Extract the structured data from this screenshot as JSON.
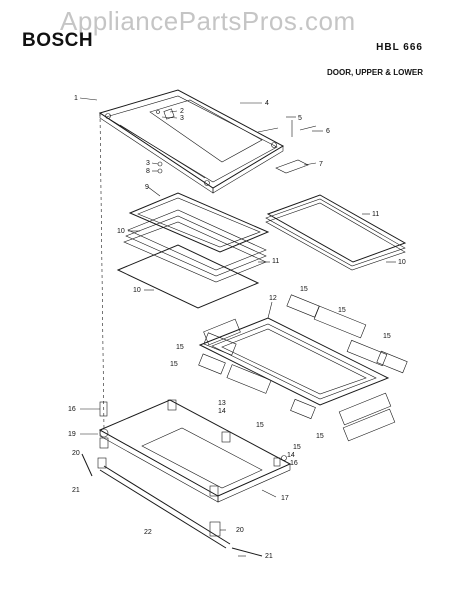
{
  "watermark": "AppliancePartsPros.com",
  "header": {
    "brand": "BOSCH",
    "model": "HBL 666",
    "section": "DOOR, UPPER & LOWER"
  },
  "callouts": {
    "c1": "1",
    "c2": "2",
    "c3a": "3",
    "c3b": "3",
    "c4": "4",
    "c5": "5",
    "c6": "6",
    "c7": "7",
    "c8": "8",
    "c9": "9",
    "c10a": "10",
    "c10b": "10",
    "c10c": "10",
    "c11a": "11",
    "c11b": "11",
    "c12": "12",
    "c13": "13",
    "c14a": "14",
    "c14b": "14",
    "c15a": "15",
    "c15b": "15",
    "c15c": "15",
    "c15d": "15",
    "c15e": "15",
    "c15f": "15",
    "c15g": "15",
    "c15h": "15",
    "c16a": "16",
    "c16b": "16",
    "c17": "17",
    "c19": "19",
    "c20a": "20",
    "c20b": "20",
    "c21a": "21",
    "c21b": "21",
    "c22": "22"
  }
}
